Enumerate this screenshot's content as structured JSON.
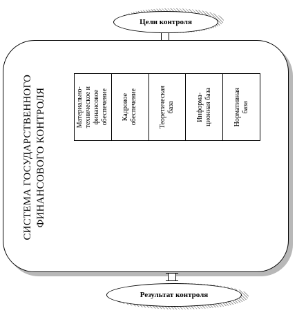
{
  "top_node": {
    "label": "Цели контроля"
  },
  "system": {
    "title": "СИСТЕМА ГОСУДАРСТВЕННОГО\nФИНАНСОВОГО КОНТРОЛЯ"
  },
  "components": [
    {
      "label": "Материально-\nтехническое и\nфинансовое\nобеспечение"
    },
    {
      "label": "Кадровое\nобеспечение"
    },
    {
      "label": "Теоретическая\nбаза"
    },
    {
      "label": "Информа-\nционная база"
    },
    {
      "label": "Нормативная\nбаза"
    }
  ],
  "bottom_node": {
    "label": "Результат контроля"
  }
}
